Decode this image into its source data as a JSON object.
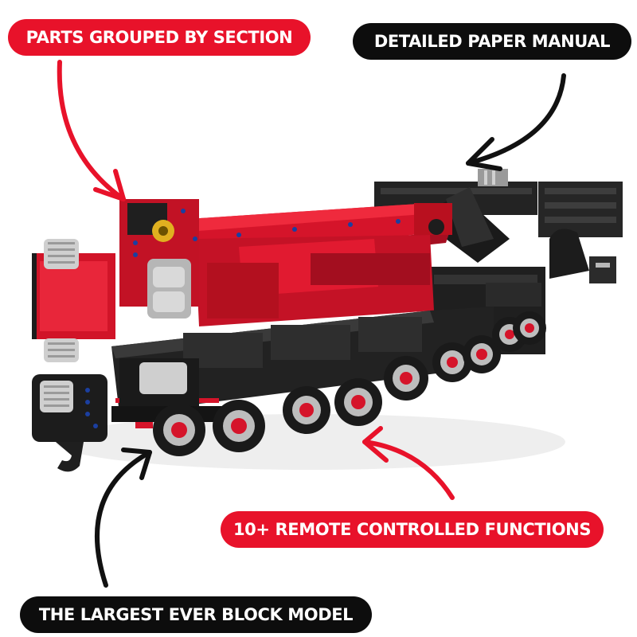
{
  "callouts": {
    "parts_grouped": "PARTS GROUPED BY SECTION",
    "paper_manual": "DETAILED PAPER MANUAL",
    "remote_functions": "10+ REMOTE CONTROLLED FUNCTIONS",
    "largest_model": "THE LARGEST EVER BLOCK MODEL"
  },
  "colors": {
    "accent_red": "#e8122a",
    "label_black": "#0d0d0d",
    "crane_red": "#d5142a",
    "crane_black": "#1e1e1e"
  },
  "image": {
    "subject": "red-and-black-crane-block-model"
  }
}
